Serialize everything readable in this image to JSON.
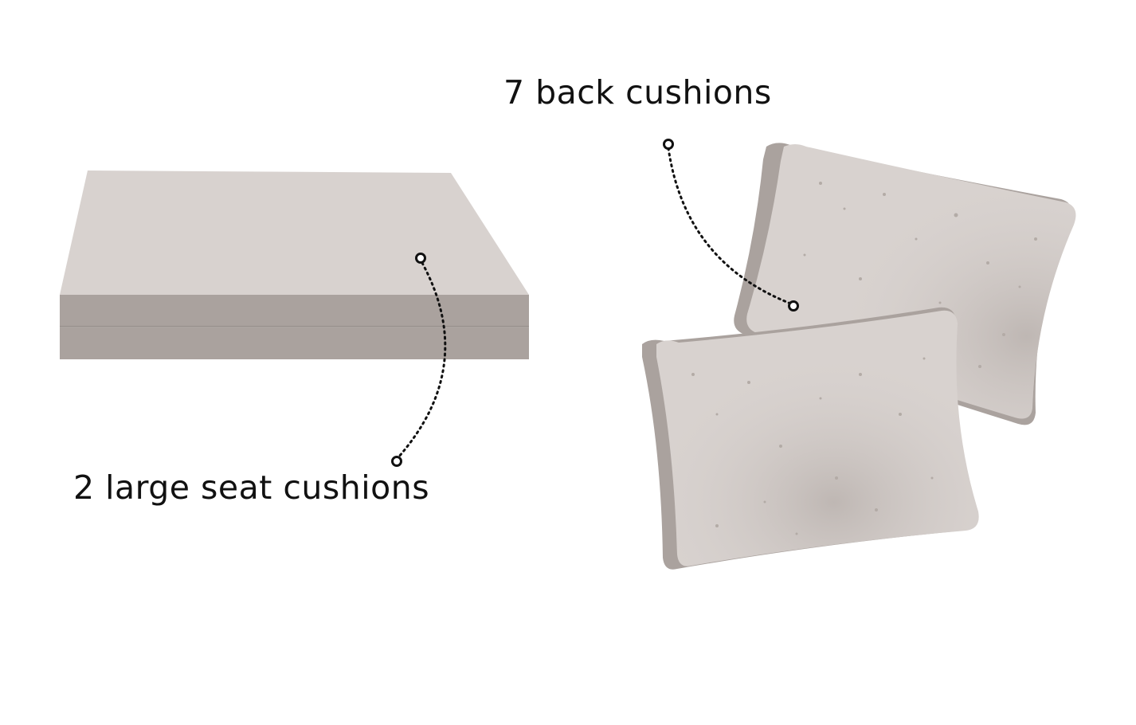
{
  "labels": {
    "back_cushions": "7 back cushions",
    "seat_cushions": "2 large seat cushions"
  },
  "colors": {
    "background": "#ffffff",
    "cushion_top": "#d8d2cf",
    "cushion_side": "#aaa29e",
    "pillow_face": "#d8d2cf",
    "pillow_edge": "#aaa29e",
    "speckle": "#b3aba6",
    "pointer_line": "#111111"
  },
  "icons": {
    "seat_cushion": "seat-cushion-illustration",
    "back_cushions": "back-pillows-illustration"
  }
}
